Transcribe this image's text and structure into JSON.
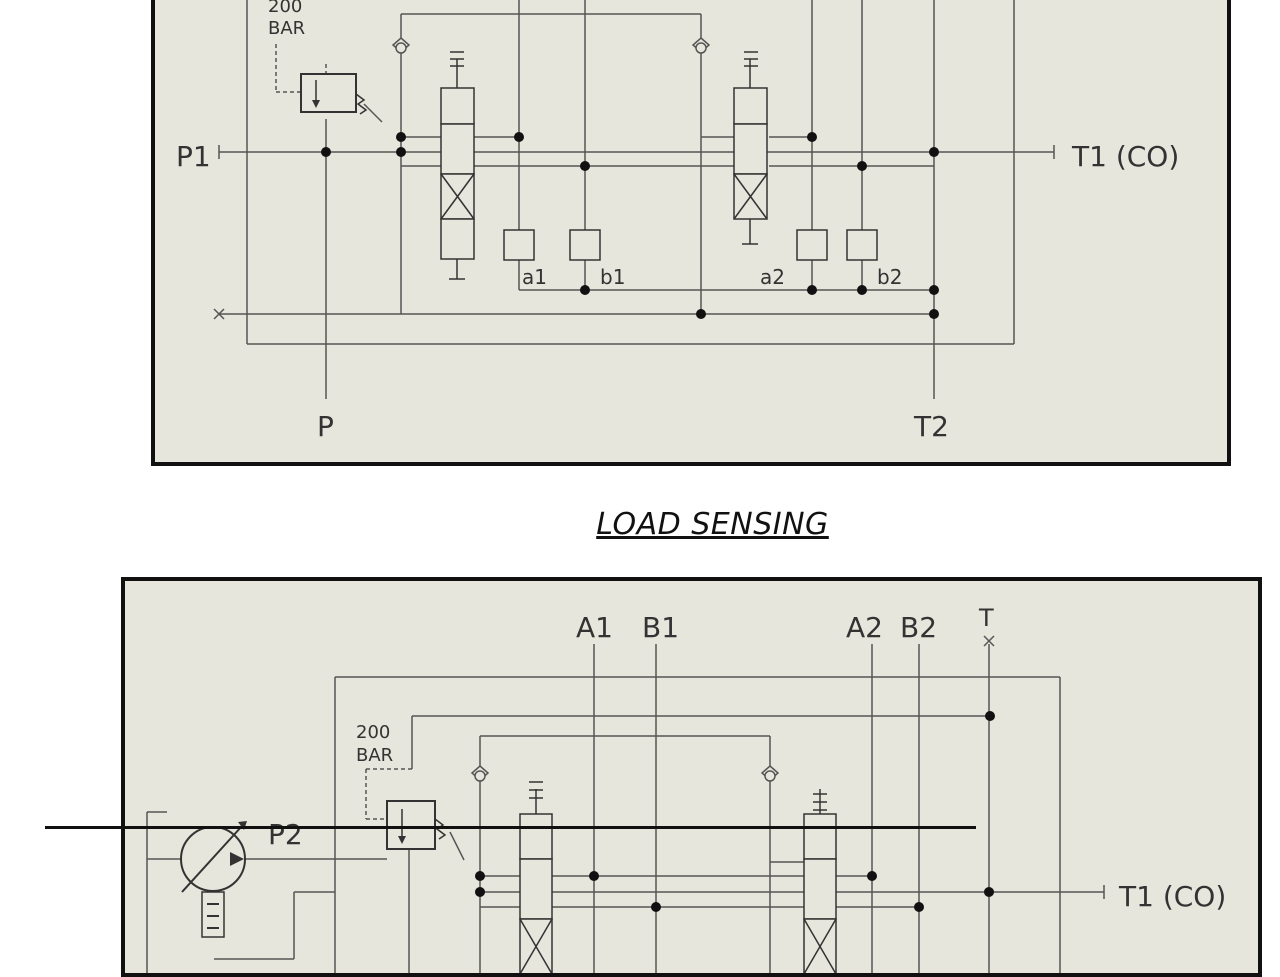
{
  "heading": "LOAD SENSING",
  "top_diagram": {
    "relief_valve_label_line1": "200",
    "relief_valve_label_line2": "BAR",
    "port_p1": "P1",
    "port_t1": "T1 (CO)",
    "port_p": "P",
    "port_t2": "T2",
    "port_a1": "a1",
    "port_b1": "b1",
    "port_a2": "a2",
    "port_b2": "b2"
  },
  "bottom_diagram": {
    "relief_valve_label_line1": "200",
    "relief_valve_label_line2": "BAR",
    "port_a1": "A1",
    "port_b1": "B1",
    "port_a2": "A2",
    "port_b2": "B2",
    "port_t": "T",
    "port_p2": "P2",
    "port_t1": "T1 (CO)"
  }
}
